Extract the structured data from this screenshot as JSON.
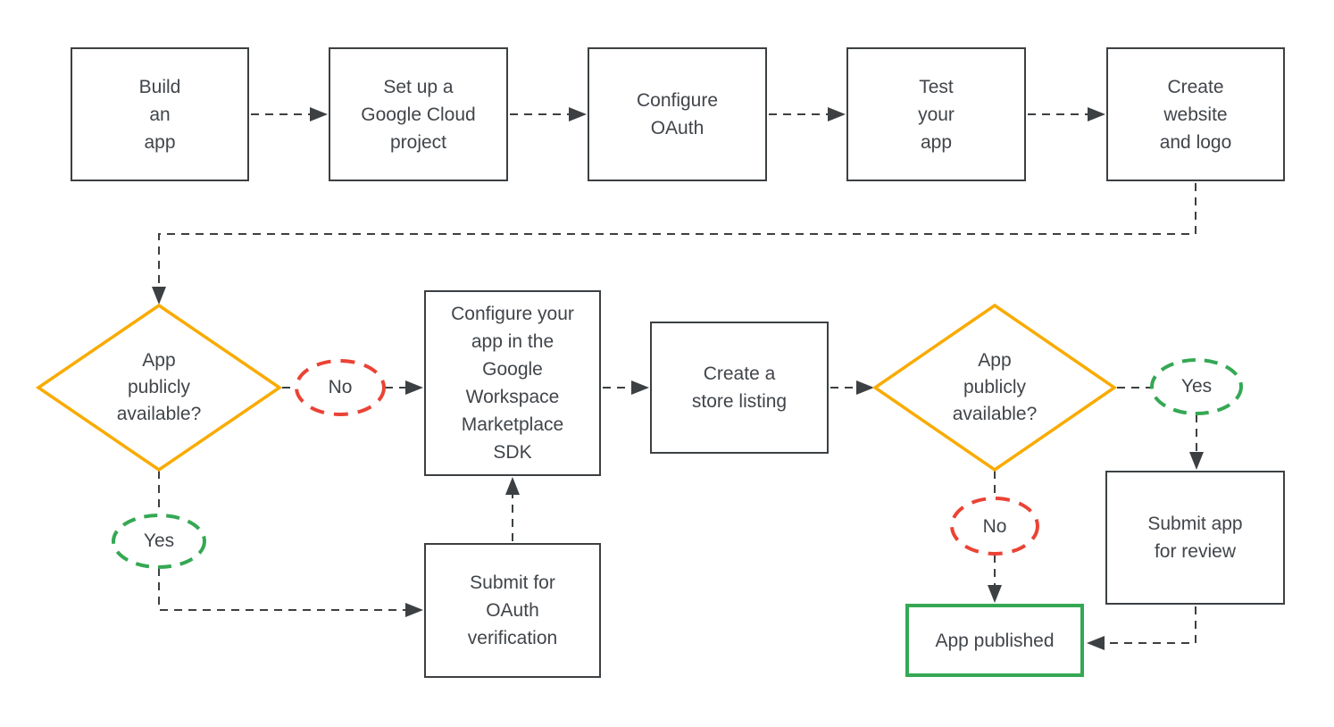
{
  "colors": {
    "line": "#3c4043",
    "text": "#41454a",
    "yellow": "#f9ab00",
    "red": "#ea4335",
    "green": "#34a853"
  },
  "nodes": {
    "build_app": {
      "label": "Build\nan\napp"
    },
    "setup_project": {
      "label": "Set up a\nGoogle Cloud\nproject"
    },
    "configure_oauth": {
      "label": "Configure\nOAuth"
    },
    "test_app": {
      "label": "Test\nyour\napp"
    },
    "create_website": {
      "label": "Create\nwebsite\nand logo"
    },
    "decision_public_1": {
      "label": "App\npublicly\navailable?"
    },
    "decision_public_2": {
      "label": "App\npublicly\navailable?"
    },
    "configure_sdk": {
      "label": "Configure your\napp in the\nGoogle\nWorkspace\nMarketplace\nSDK"
    },
    "store_listing": {
      "label": "Create a\nstore listing"
    },
    "oauth_verification": {
      "label": "Submit for\nOAuth\nverification"
    },
    "submit_review": {
      "label": "Submit app\nfor review"
    },
    "app_published": {
      "label": "App published"
    },
    "no_1": {
      "label": "No"
    },
    "yes_1": {
      "label": "Yes"
    },
    "yes_2": {
      "label": "Yes"
    },
    "no_2": {
      "label": "No"
    }
  }
}
